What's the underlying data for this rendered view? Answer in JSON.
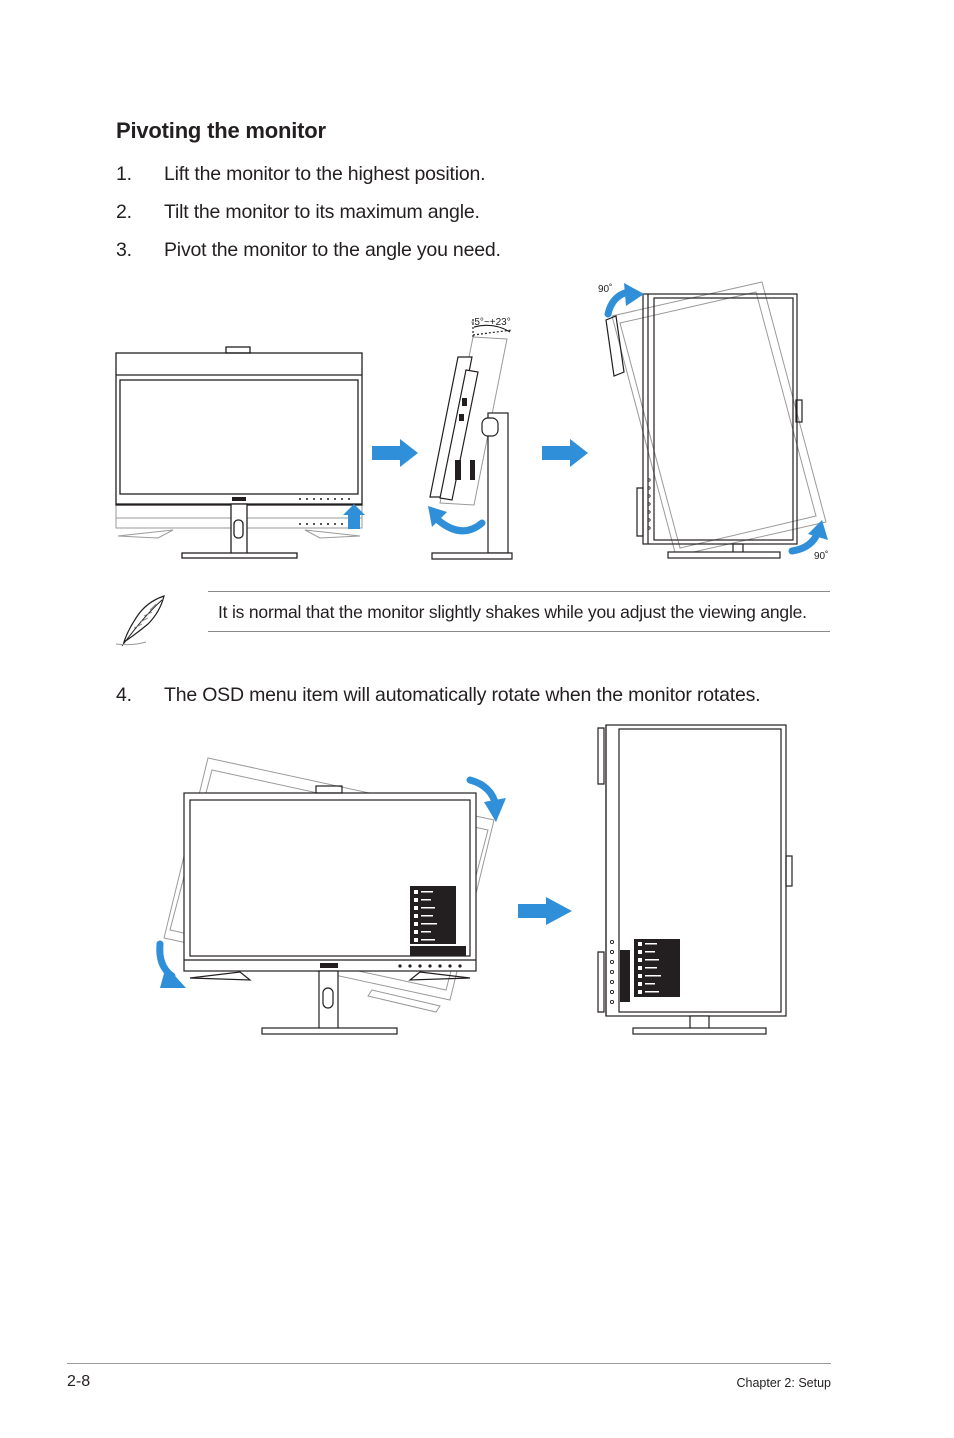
{
  "section": {
    "title": "Pivoting the monitor"
  },
  "steps": [
    {
      "num": "1.",
      "text": "Lift the monitor to the highest position."
    },
    {
      "num": "2.",
      "text": "Tilt the monitor to its maximum angle."
    },
    {
      "num": "3.",
      "text": "Pivot the monitor to the angle you need."
    },
    {
      "num": "4.",
      "text": "The OSD menu item will automatically rotate when the monitor rotates."
    }
  ],
  "figure1": {
    "tilt_label": "-5°~+23°",
    "pivot_label_top": "90˚",
    "pivot_label_bottom": "90˚"
  },
  "note": {
    "text": "It is normal that the monitor slightly shakes while you adjust the viewing angle."
  },
  "footer": {
    "page": "2-8",
    "chapter": "Chapter 2: Setup"
  },
  "colors": {
    "arrow": "#2f8fd8",
    "line": "#231f20"
  }
}
